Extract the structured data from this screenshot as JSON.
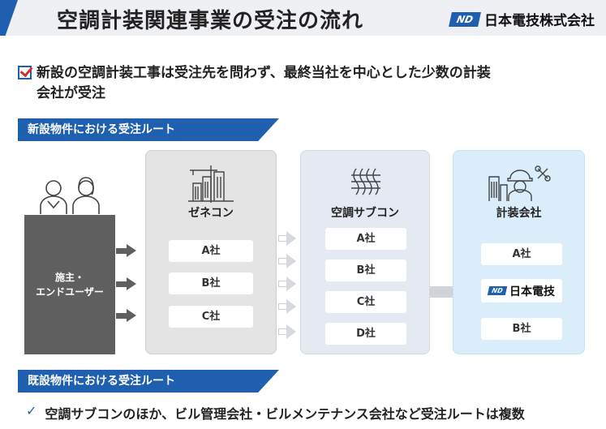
{
  "header": {
    "title": "空調計装関連事業の受注の流れ",
    "brand_logo": "ND",
    "brand_name": "日本電技株式会社",
    "accent_color": "#1f5fb0"
  },
  "statement": {
    "icon": "checkbox-icon",
    "text_line1": "新設の空調計装工事は受注先を問わず、最終当社を中心とした少数の計装",
    "text_line2": "会社が受注"
  },
  "sections": {
    "new_route": "新設物件における受注ルート",
    "existing_route": "既設物件における受注ルート"
  },
  "owner": {
    "line1": "施主・",
    "line2": "エンドユーザー",
    "icon": "people-icon"
  },
  "columns": {
    "genecon": {
      "title": "ゼネコン",
      "icon": "construction-building-icon",
      "companies": [
        "A社",
        "B社",
        "C社"
      ]
    },
    "subcon": {
      "title": "空調サブコン",
      "icon": "air-conditioning-icon",
      "companies": [
        "A社",
        "B社",
        "C社",
        "D社"
      ]
    },
    "kaisha": {
      "title": "計装会社",
      "icon": "engineer-tools-icon",
      "companies": [
        "A社",
        "日本電技",
        "B社"
      ],
      "highlight_logo": "ND"
    }
  },
  "note": {
    "icon": "check-icon",
    "text": "空調サブコンのほか、ビル管理会社・ビルメンテナンス会社など受注ルートは複数"
  }
}
